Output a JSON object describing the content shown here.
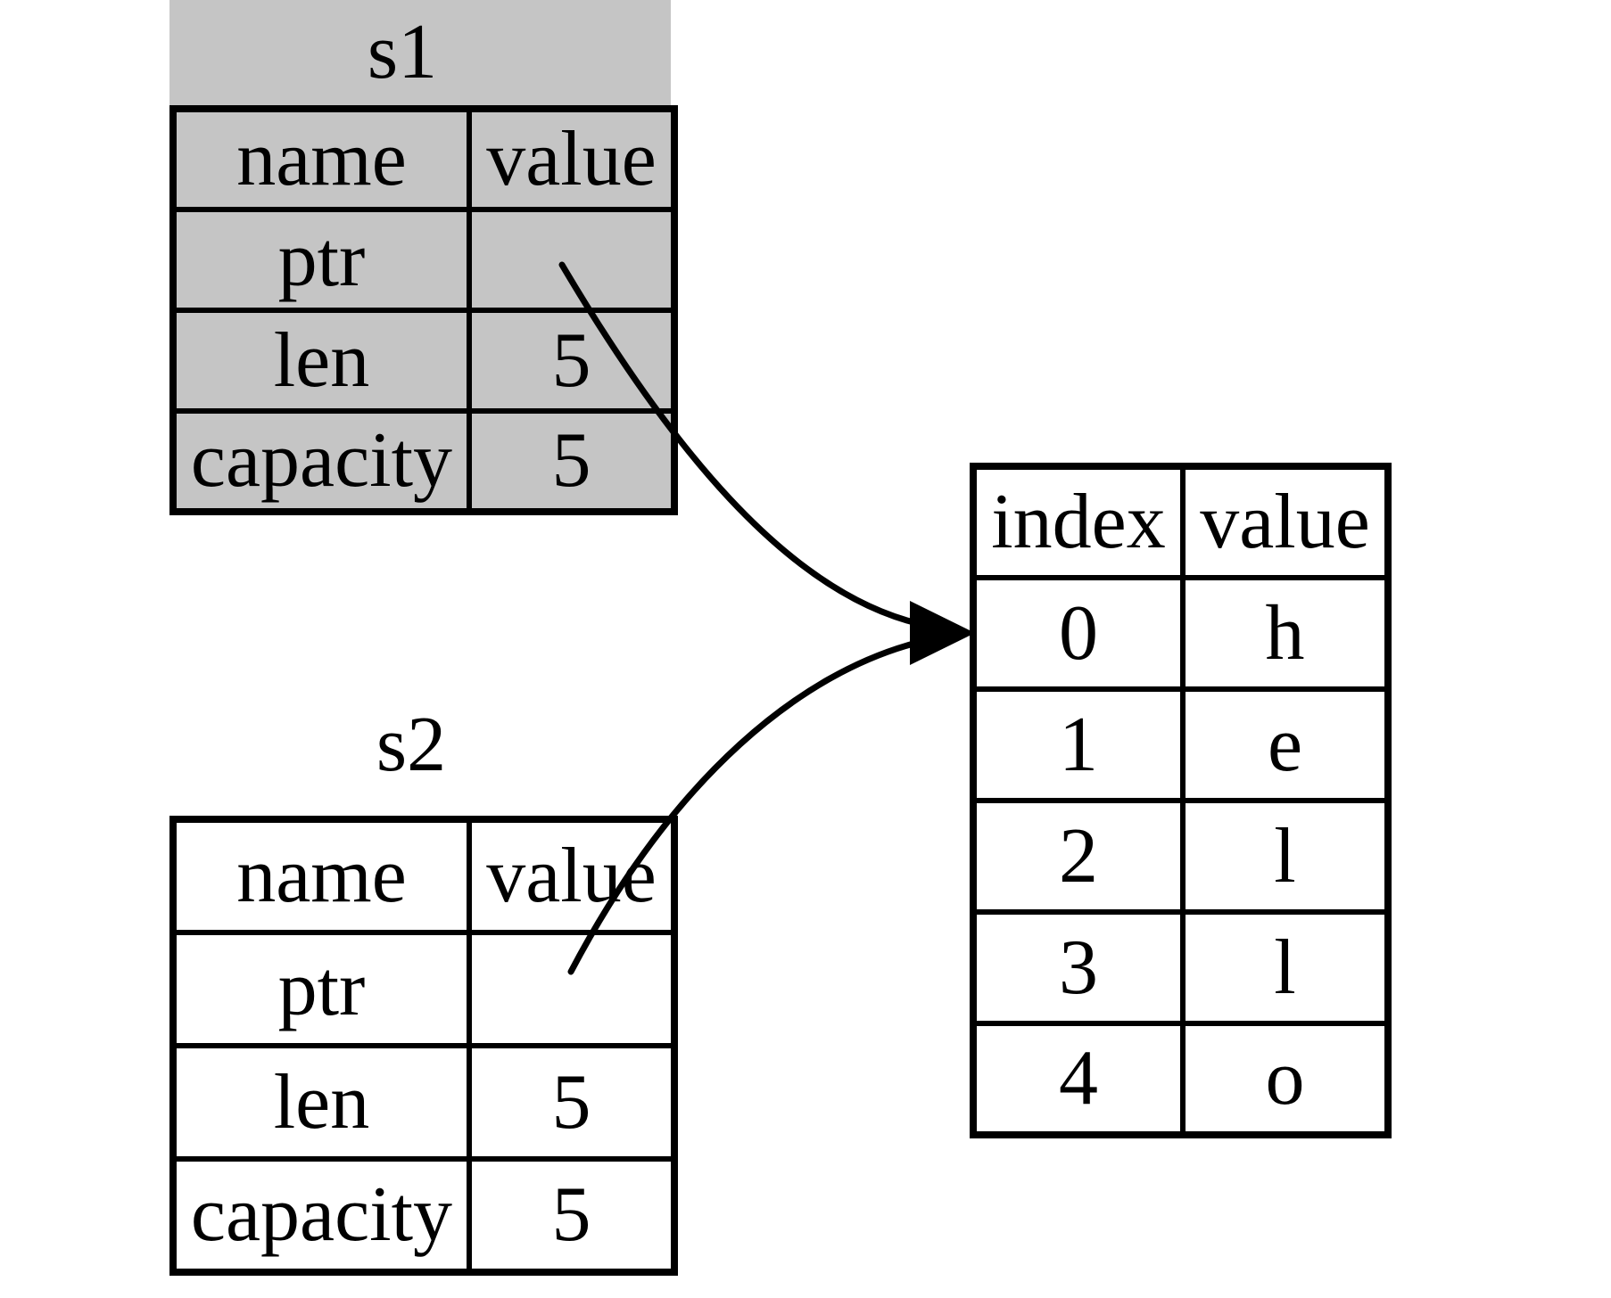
{
  "figure": {
    "description": "Memory diagram of two String stack records s1 and s2 pointing to the same heap buffer",
    "colors": {
      "background": "#ffffff",
      "grayed_fill": "#c5c5c5",
      "plain_fill": "#ffffff",
      "line": "#000000"
    }
  },
  "s1": {
    "title": "s1",
    "grayed_out": true,
    "columns": [
      "name",
      "value"
    ],
    "rows": [
      {
        "name": "ptr",
        "value": ""
      },
      {
        "name": "len",
        "value": "5"
      },
      {
        "name": "capacity",
        "value": "5"
      }
    ]
  },
  "s2": {
    "title": "s2",
    "grayed_out": false,
    "columns": [
      "name",
      "value"
    ],
    "rows": [
      {
        "name": "ptr",
        "value": ""
      },
      {
        "name": "len",
        "value": "5"
      },
      {
        "name": "capacity",
        "value": "5"
      }
    ]
  },
  "heap": {
    "columns": [
      "index",
      "value"
    ],
    "rows": [
      {
        "index": "0",
        "value": "h"
      },
      {
        "index": "1",
        "value": "e"
      },
      {
        "index": "2",
        "value": "l"
      },
      {
        "index": "3",
        "value": "l"
      },
      {
        "index": "4",
        "value": "o"
      }
    ]
  },
  "arrows": [
    {
      "from": "s1.ptr",
      "to": "heap.row-0"
    },
    {
      "from": "s2.ptr",
      "to": "heap.row-0"
    }
  ]
}
